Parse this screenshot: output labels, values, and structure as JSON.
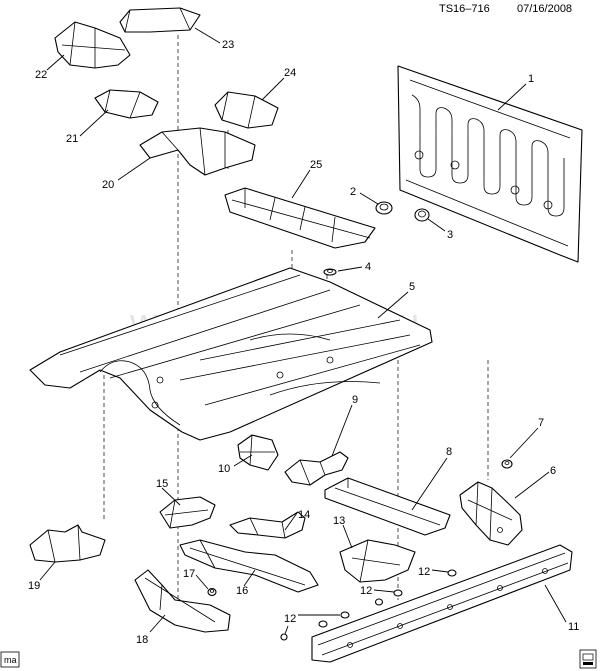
{
  "header": {
    "drawing_id": "TS16–716",
    "date": "07/16/2008"
  },
  "watermark": "www.gm-sklad.ru",
  "corner_label": "ma",
  "callouts": [
    "1",
    "2",
    "3",
    "4",
    "5",
    "6",
    "7",
    "8",
    "9",
    "10",
    "11",
    "12",
    "12",
    "12",
    "13",
    "14",
    "15",
    "16",
    "17",
    "18",
    "19",
    "20",
    "21",
    "22",
    "23",
    "24",
    "25"
  ]
}
